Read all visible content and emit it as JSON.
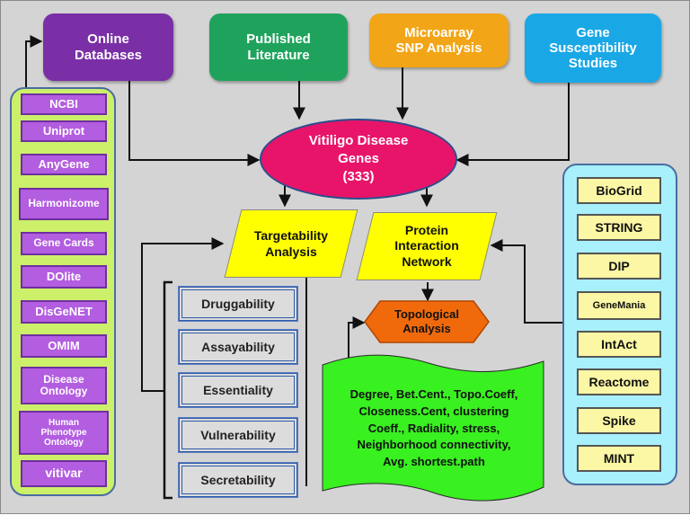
{
  "sources": [
    {
      "id": "online",
      "label": "Online\nDatabases",
      "color": "#7a2fa6"
    },
    {
      "id": "literature",
      "label": "Published\nLiterature",
      "color": "#1fa35c"
    },
    {
      "id": "microarray",
      "label": "Microarray\nSNP Analysis",
      "color": "#f2a516"
    },
    {
      "id": "gene",
      "label": "Gene\nSusceptibility\nStudies",
      "color": "#1aa7e6"
    }
  ],
  "center": {
    "label": "Vitiligo Disease\nGenes\n(333)",
    "color": "#e8146a"
  },
  "databases": [
    "NCBI",
    "Uniprot",
    "AnyGene",
    "Harmonizome",
    "Gene Cards",
    "DOlite",
    "DisGeNET",
    "OMIM",
    "Disease\nOntology",
    "Human\nPhenotype\nOntology",
    "vitivar"
  ],
  "targetability": {
    "label": "Targetability\nAnalysis"
  },
  "ppi": {
    "label": "Protein\nInteraction\nNetwork"
  },
  "criteria": [
    "Druggability",
    "Assayability",
    "Essentiality",
    "Vulnerability",
    "Secretability"
  ],
  "network_dbs": [
    "BioGrid",
    "STRING",
    "DIP",
    "GeneMania",
    "IntAct",
    "Reactome",
    "Spike",
    "MINT"
  ],
  "topological": {
    "label": "Topological\nAnalysis"
  },
  "metrics": {
    "text": "Degree, Bet.Cent., Topo.Coeff,\nCloseness.Cent, clustering\nCoeff., Radiality, stress,\nNeighborhood connectivity,\nAvg. shortest.path"
  },
  "colors": {
    "background": "#d4d4d4",
    "db_panel": "#ccf06a",
    "net_panel": "#a8f0fb",
    "metrics_fill": "#39f020",
    "topological_fill": "#f06a0c",
    "parallelogram": "#ffff00"
  }
}
